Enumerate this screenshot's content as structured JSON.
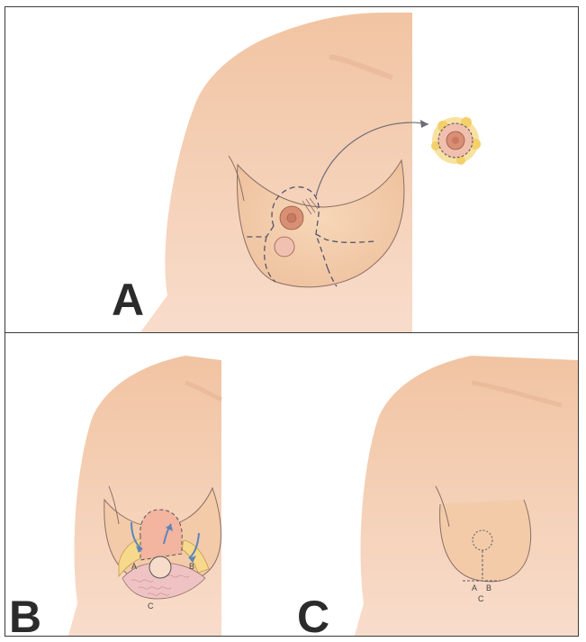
{
  "panels": {
    "a": {
      "label": "A"
    },
    "b": {
      "label": "B",
      "marks": {
        "a": "A",
        "b": "B",
        "c": "C"
      }
    },
    "c": {
      "label": "C",
      "marks": {
        "a": "A",
        "b": "B",
        "c": "C"
      }
    }
  },
  "colors": {
    "skin": "#f3c8a6",
    "skin_light": "#f7dccb",
    "outline": "#6b5a55",
    "dashed": "#5a5a6a",
    "areola": "#d98f74",
    "nipple": "#c97a62",
    "fat": "#f6d98a",
    "tissue": "#efb7b7",
    "arrow_blue": "#5b86b8",
    "label": "#2b2b2b"
  }
}
